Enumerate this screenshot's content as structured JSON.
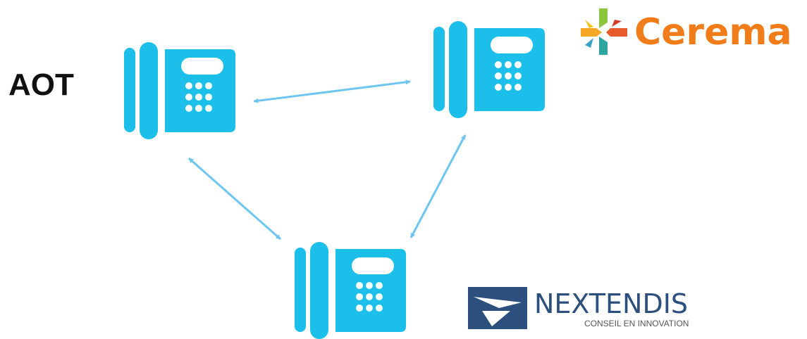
{
  "diagram": {
    "label": "AOT",
    "colors": {
      "phone": "#1bbfe9",
      "arrow": "#6ec6f0",
      "cerema_text": "#f07d1a",
      "nextendis_blue": "#2d4f7e"
    },
    "nodes": [
      {
        "id": "phone-top-left",
        "icon": "desk-phone-icon"
      },
      {
        "id": "phone-top-right",
        "icon": "desk-phone-icon"
      },
      {
        "id": "phone-bottom",
        "icon": "desk-phone-icon"
      }
    ],
    "edges": [
      {
        "from": "phone-top-left",
        "to": "phone-top-right",
        "bidirectional": true
      },
      {
        "from": "phone-top-left",
        "to": "phone-bottom",
        "bidirectional": true
      },
      {
        "from": "phone-bottom",
        "to": "phone-top-right",
        "bidirectional": true
      }
    ]
  },
  "logos": {
    "cerema": {
      "text": "Cerema",
      "icon": "cerema-emblem-icon"
    },
    "nextendis": {
      "name": "NEXTENDIS",
      "tagline": "CONSEIL EN INNOVATION",
      "icon": "nextendis-emblem-icon"
    }
  }
}
